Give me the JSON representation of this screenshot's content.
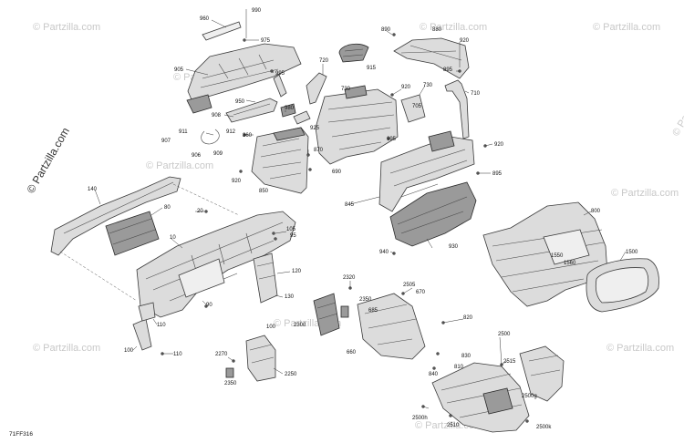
{
  "diagram_code": "71FF316",
  "watermark": "© Partzilla.com",
  "watermark_main": "© Partzilla.com",
  "callouts": [
    "960",
    "990",
    "975",
    "905",
    "995",
    "950",
    "908",
    "980",
    "925",
    "911",
    "912",
    "907",
    "906",
    "909",
    "860",
    "870",
    "850",
    "920",
    "890",
    "880",
    "920",
    "895",
    "720",
    "915",
    "730",
    "920",
    "730",
    "705",
    "710",
    "695",
    "690",
    "920",
    "895",
    "845",
    "930",
    "940",
    "800",
    "1550",
    "1560",
    "1500",
    "140",
    "80",
    "20",
    "10",
    "105",
    "95",
    "120",
    "130",
    "90",
    "110",
    "100",
    "110",
    "2320",
    "2350",
    "2300",
    "2505",
    "670",
    "685",
    "660",
    "2270",
    "2250",
    "2350",
    "2500",
    "820",
    "830",
    "810",
    "840",
    "2515",
    "2500g",
    "2500h",
    "2510",
    "2500k",
    "100"
  ]
}
